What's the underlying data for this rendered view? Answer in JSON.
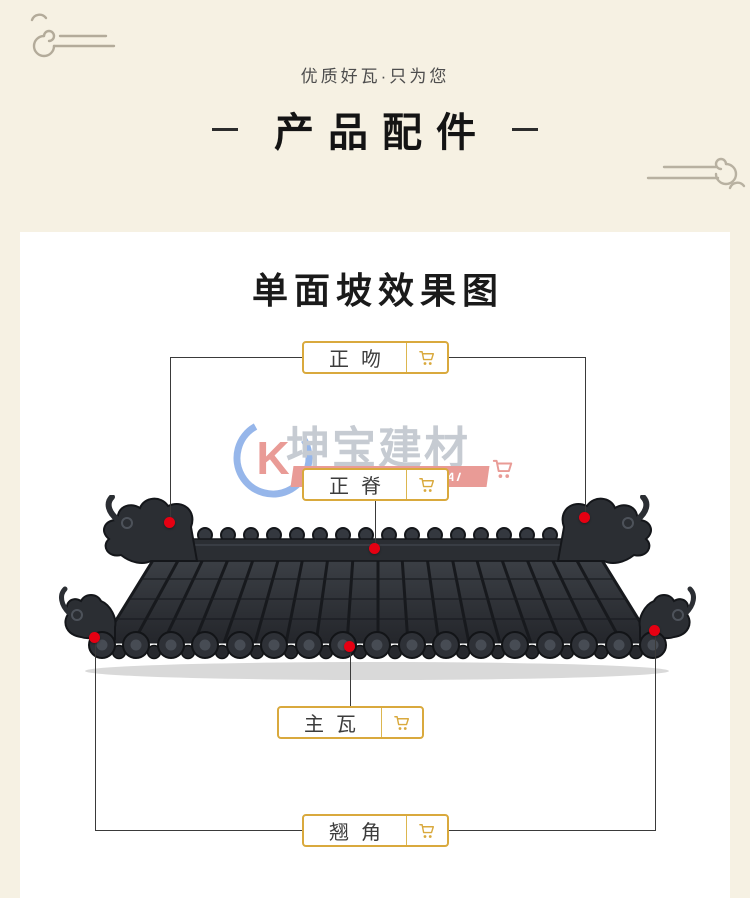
{
  "header": {
    "subtitle": "优质好瓦·只为您",
    "title": "产品配件"
  },
  "panel": {
    "title": "单面坡效果图"
  },
  "labels": [
    {
      "text": "正吻",
      "icon": "cart-icon"
    },
    {
      "text": "正脊",
      "icon": "cart-icon"
    },
    {
      "text": "主瓦",
      "icon": "cart-icon"
    },
    {
      "text": "翘角",
      "icon": "cart-icon"
    }
  ],
  "watermark": {
    "monogram": "K",
    "brand_cn": "坤宝建材",
    "ribbon": "KUN-BAO-JIAN-CAI"
  },
  "icons": {
    "label_action": "cart-icon",
    "header_decor": "cloud-motif",
    "anchor": "red-anchor-dot"
  },
  "colors": {
    "page_bg": "#f6f1e3",
    "gold_accent": "#d9a93d",
    "anchor_red": "#e60012",
    "title_text": "#141414",
    "ribbon_red": "#d43a2f",
    "logo_blue": "#2f6fd6",
    "roof_dark": "#2b2e33"
  }
}
